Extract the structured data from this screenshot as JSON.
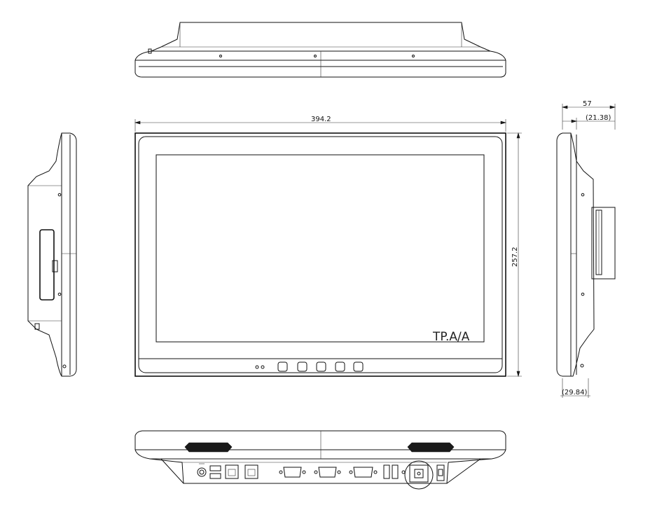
{
  "dimensions": {
    "width": "394.2",
    "height": "257.2",
    "depth": "57",
    "depth_partial": "(21.38)",
    "bottom_offset": "(29.84)"
  },
  "screen_label": "TP.A/A"
}
